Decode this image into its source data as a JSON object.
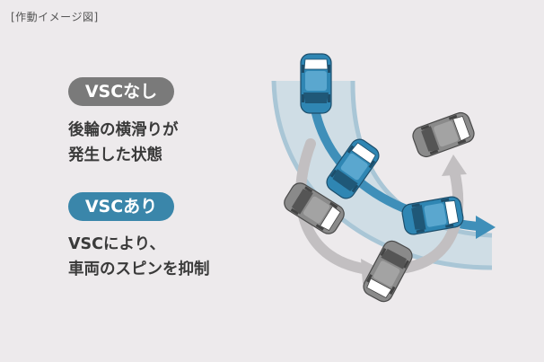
{
  "caption": "[作動イメージ図]",
  "without_vsc": {
    "label": "VSCなし",
    "desc_line1": "後輪の横滑りが",
    "desc_line2": "発生した状態"
  },
  "with_vsc": {
    "label": "VSCあり",
    "desc_line1": "VSCにより、",
    "desc_line2": "車両のスピンを抑制"
  },
  "colors": {
    "background": "#edeaec",
    "vsc_off": "#7a7a7a",
    "vsc_on": "#3a86aa",
    "road": "#cfdde5",
    "road_edge": "#3f8fb9",
    "car_blue": "#2f86b3",
    "car_gray": "#888888",
    "arrow_gray": "#b9b6b8"
  }
}
